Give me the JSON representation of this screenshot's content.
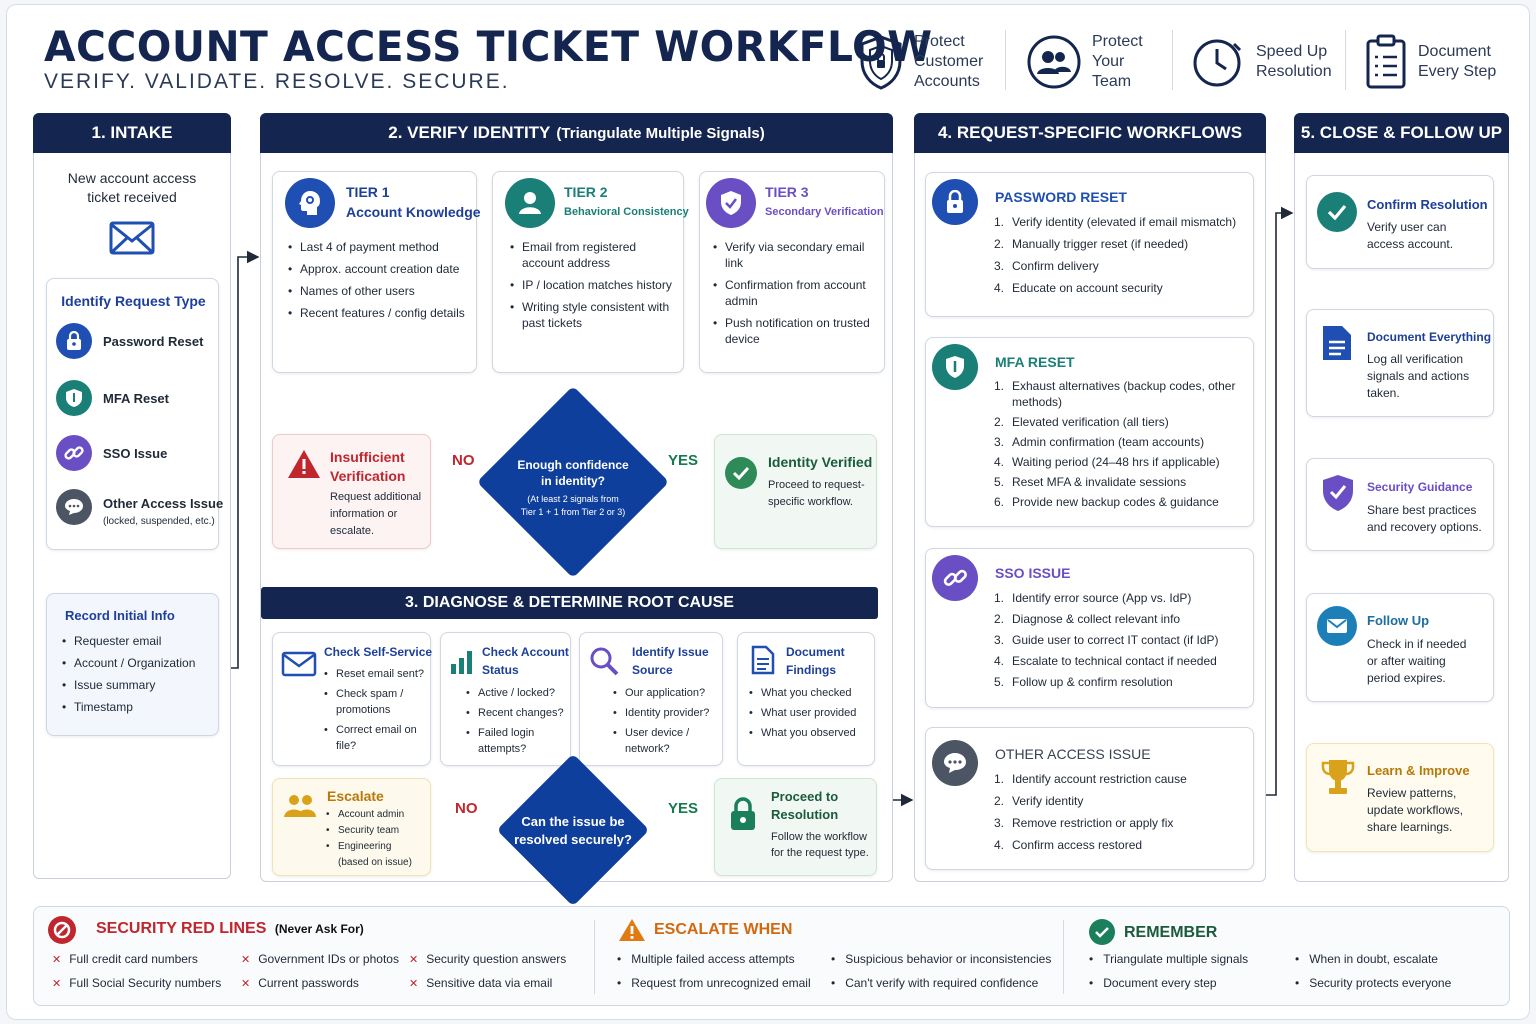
{
  "header": {
    "title": "ACCOUNT ACCESS TICKET WORKFLOW",
    "subtitle": "VERIFY. VALIDATE. RESOLVE. SECURE.",
    "goals": [
      {
        "icon": "shield-icon",
        "line1": "Protect",
        "line2": "Customer",
        "line3": "Accounts"
      },
      {
        "icon": "team-icon",
        "line1": "Protect",
        "line2": "Your",
        "line3": "Team"
      },
      {
        "icon": "clock-icon",
        "line1": "Speed Up",
        "line2": "Resolution"
      },
      {
        "icon": "clipboard-icon",
        "line1": "Document",
        "line2": "Every Step"
      }
    ]
  },
  "intake": {
    "heading": "1. INTAKE",
    "received_line1": "New account access",
    "received_line2": "ticket received",
    "identify_title": "Identify Request Type",
    "types": [
      {
        "label": "Password Reset",
        "icon": "lock-icon",
        "color": "#1f4fb3"
      },
      {
        "label": "MFA Reset",
        "icon": "shield-icon",
        "color": "#1a7f77"
      },
      {
        "label": "SSO Issue",
        "icon": "link-icon",
        "color": "#6a4fc4"
      },
      {
        "label": "Other Access Issue",
        "sub": "(locked, suspended, etc.)",
        "icon": "chat-icon",
        "color": "#4b5563"
      }
    ],
    "record_title": "Record Initial Info",
    "record_items": [
      "Requester email",
      "Account / Organization",
      "Issue summary",
      "Timestamp"
    ]
  },
  "verify": {
    "heading": "2. VERIFY IDENTITY",
    "heading_paren": "(Triangulate Multiple Signals)",
    "tiers": [
      {
        "tier": "TIER 1",
        "name": "Account Knowledge",
        "color": "#1f4fb3",
        "icon": "head-icon",
        "items": [
          "Last 4 of payment method",
          "Approx. account creation date",
          "Names of other users",
          "Recent features / config details"
        ]
      },
      {
        "tier": "TIER 2",
        "name": "Behavioral Consistency",
        "color": "#1a7f77",
        "icon": "user-icon",
        "items": [
          "Email from registered account address",
          "IP / location matches history",
          "Writing style consistent with past tickets"
        ]
      },
      {
        "tier": "TIER 3",
        "name": "Secondary Verification",
        "color": "#6a4fc4",
        "icon": "shield-check-icon",
        "items": [
          "Verify via secondary email link",
          "Confirmation from account admin",
          "Push notification on trusted device"
        ]
      }
    ],
    "insufficient_title_1": "Insufficient",
    "insufficient_title_2": "Verification",
    "insufficient_text": "Request additional information or escalate.",
    "decision_line1": "Enough confidence",
    "decision_line2": "in identity?",
    "decision_note1": "(At least 2 signals from",
    "decision_note2": "Tier 1 + 1 from Tier 2 or 3)",
    "no": "NO",
    "yes": "YES",
    "verified_title": "Identity Verified",
    "verified_text": "Proceed to request-specific workflow."
  },
  "diagnose": {
    "heading": "3. DIAGNOSE & DETERMINE ROOT CAUSE",
    "checks": [
      {
        "title1": "Check Self-Service",
        "title2": "",
        "icon": "envelope-icon",
        "items": [
          "Reset email sent?",
          "Check spam / promotions",
          "Correct email on file?"
        ]
      },
      {
        "title1": "Check Account",
        "title2": "Status",
        "icon": "bar-chart-icon",
        "items": [
          "Active / locked?",
          "Recent changes?",
          "Failed login attempts?"
        ]
      },
      {
        "title1": "Identify Issue",
        "title2": "Source",
        "icon": "magnifier-icon",
        "items": [
          "Our application?",
          "Identity provider?",
          "User device / network?"
        ]
      },
      {
        "title1": "Document",
        "title2": "Findings",
        "icon": "document-icon",
        "items": [
          "What you checked",
          "What user provided",
          "What you observed"
        ]
      }
    ],
    "escalate_title": "Escalate",
    "escalate_items": [
      "Account admin",
      "Security team",
      "Engineering (based on issue)"
    ],
    "decision_line1": "Can the issue be",
    "decision_line2": "resolved securely?",
    "no": "NO",
    "yes": "YES",
    "proceed_title1": "Proceed to",
    "proceed_title2": "Resolution",
    "proceed_text": "Follow the workflow for the request type."
  },
  "workflows": {
    "heading": "4. REQUEST-SPECIFIC WORKFLOWS",
    "cards": [
      {
        "title": "PASSWORD RESET",
        "color": "#1f4fb3",
        "icon": "lock-icon",
        "steps": [
          "Verify identity (elevated if email mismatch)",
          "Manually trigger reset (if needed)",
          "Confirm delivery",
          "Educate on account security"
        ]
      },
      {
        "title": "MFA RESET",
        "color": "#1a7f77",
        "icon": "shield-icon",
        "steps": [
          "Exhaust alternatives (backup codes, other methods)",
          "Elevated verification (all tiers)",
          "Admin confirmation (team accounts)",
          "Waiting period (24–48 hrs if applicable)",
          "Reset MFA & invalidate sessions",
          "Provide new backup codes & guidance"
        ]
      },
      {
        "title": "SSO ISSUE",
        "color": "#6a4fc4",
        "icon": "link-icon",
        "steps": [
          "Identify error source (App vs. IdP)",
          "Diagnose & collect relevant info",
          "Guide user to correct IT contact (if IdP)",
          "Escalate to technical contact if needed",
          "Follow up & confirm resolution"
        ]
      },
      {
        "title": "OTHER ACCESS ISSUE",
        "color": "#4b5563",
        "icon": "chat-icon",
        "steps": [
          "Identify account restriction cause",
          "Verify identity",
          "Remove restriction or apply fix",
          "Confirm access restored"
        ]
      }
    ]
  },
  "close": {
    "heading": "5. CLOSE & FOLLOW UP",
    "steps": [
      {
        "title": "Confirm Resolution",
        "text": "Verify user can access account.",
        "color": "#1a7f77",
        "icon": "check-icon"
      },
      {
        "title": "Document Everything",
        "text": "Log all verification signals and actions taken.",
        "color": "#1f4fb3",
        "icon": "document-icon"
      },
      {
        "title": "Security Guidance",
        "text": "Share best practices and recovery options.",
        "color": "#6a4fc4",
        "icon": "shield-check-icon"
      },
      {
        "title": "Follow Up",
        "text": "Check in if needed or after waiting period expires.",
        "color": "#1d7fb8",
        "icon": "envelope-icon"
      },
      {
        "title": "Learn & Improve",
        "text": "Review patterns, update workflows, share learnings.",
        "color": "#c98a0b",
        "icon": "trophy-icon"
      }
    ]
  },
  "footer": {
    "redlines_title": "SECURITY RED LINES",
    "redlines_paren": "(Never Ask For)",
    "redlines": [
      "Full credit card numbers",
      "Government IDs or photos",
      "Security question answers",
      "Full Social Security numbers",
      "Current passwords",
      "Sensitive data via email"
    ],
    "escalate_title": "ESCALATE WHEN",
    "escalate": [
      "Multiple failed access attempts",
      "Suspicious behavior or inconsistencies",
      "Request from unrecognized email",
      "Can't verify with required confidence"
    ],
    "remember_title": "REMEMBER",
    "remember": [
      "Triangulate multiple signals",
      "When in doubt, escalate",
      "Document every step",
      "Security protects everyone"
    ]
  },
  "colors": {
    "navy": "#14254f",
    "blue": "#1f4fb3",
    "teal": "#1a7f77",
    "purple": "#6a4fc4",
    "red": "#c0262d",
    "green": "#18794e",
    "amber": "#c98a0b"
  }
}
